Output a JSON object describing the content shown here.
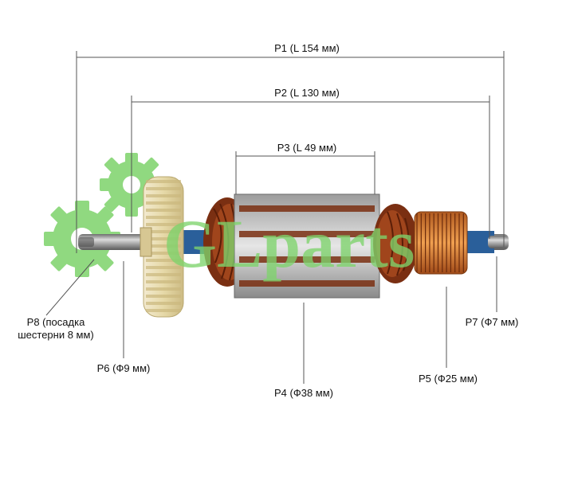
{
  "dimensions": {
    "p1": "P1 (L 154 мм)",
    "p2": "P2 (L 130 мм)",
    "p3": "P3 (L 49 мм)"
  },
  "callouts": {
    "p8_line1": "P8 (посадка",
    "p8_line2": "шестерни 8 мм)",
    "p6": "P6 (Ф9 мм)",
    "p4": "P4 (Ф38 мм)",
    "p5": "P5 (Ф25 мм)",
    "p7": "P7 (Ф7 мм)"
  },
  "watermark": {
    "text": "GLparts",
    "color": "#7dd36b"
  },
  "colors": {
    "gear": "#e8ddb0",
    "gear_edge": "#b9a870",
    "copper": "#8a3a18",
    "lamination": "#c8c8c8",
    "commutator": "#d9822b",
    "shaft": "#9a9a9a",
    "insulation_blue": "#2a5f9a"
  }
}
